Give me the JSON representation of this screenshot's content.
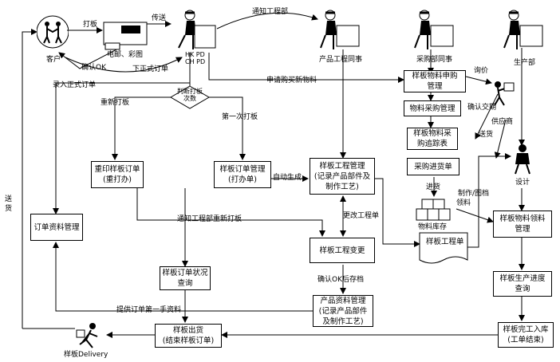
{
  "actors": {
    "customer": "客户",
    "pc": "电邮、彩图",
    "worker1_code": "HK PD\nCH PD",
    "eng_colleague": "产品工程同事",
    "purch_colleague": "采购部同事",
    "production": "生产部",
    "supplier": "供应商",
    "design": "设计",
    "stock": "物料库存",
    "delivery": "样板Delivery"
  },
  "boxes": {
    "judge": [
      "判断打板",
      "次数"
    ],
    "reprint_order": [
      "重印样板订单",
      "(重打办)"
    ],
    "sample_order_mgmt": [
      "样板订单管理",
      "(打办单)"
    ],
    "order_info_mgmt": [
      "订单资料管理"
    ],
    "order_status": [
      "样板订单状况",
      "查询"
    ],
    "engineering_mgmt": [
      "样板工程管理",
      "(记录产品部件及",
      "制作工艺)"
    ],
    "eng_change": [
      "样板工程变更"
    ],
    "product_info": [
      "产品资料管理",
      "(记录产品部件",
      "及制作工艺)"
    ],
    "sample_ship": [
      "样板出货",
      "(结束样板订单)"
    ],
    "purchase_req": [
      "样板物料申购",
      "管理"
    ],
    "material_purchase": [
      "物料采购管理"
    ],
    "purchase_track": [
      "样板物料采",
      "购追踪表"
    ],
    "purchase_receive": [
      "采购进货单"
    ],
    "eng_sheet": [
      "样板工程单"
    ],
    "material_issue": [
      "样板物料领料",
      "管理"
    ],
    "progress_query": [
      "样板生产进度",
      "查询"
    ],
    "completion": [
      "样板完工入库",
      "(工单结束)"
    ]
  },
  "labels": {
    "make_sample": "打板",
    "send": "传送",
    "notify_eng": "通知工程部",
    "confirm_ok": "确认OK",
    "formal_order": "下正式订单",
    "enter_formal": "录入正式订单",
    "apply_purchase": "申请购买新物料",
    "inquiry": "询价",
    "confirm_delivery": "确认交期",
    "ship_goods": "送货",
    "reprint": "重新打板",
    "first_time": "第一次打板",
    "auto_gen": "自动生成",
    "notify_reprint": "通知工程部重新打板",
    "change_sheet": "更改工程单",
    "archive": "确认OK后存档",
    "provide_info": "提供订单第一手资料",
    "incoming": "进货",
    "making_drawing": "制作/图档",
    "pick": "领料",
    "deliver_left": "送货"
  }
}
